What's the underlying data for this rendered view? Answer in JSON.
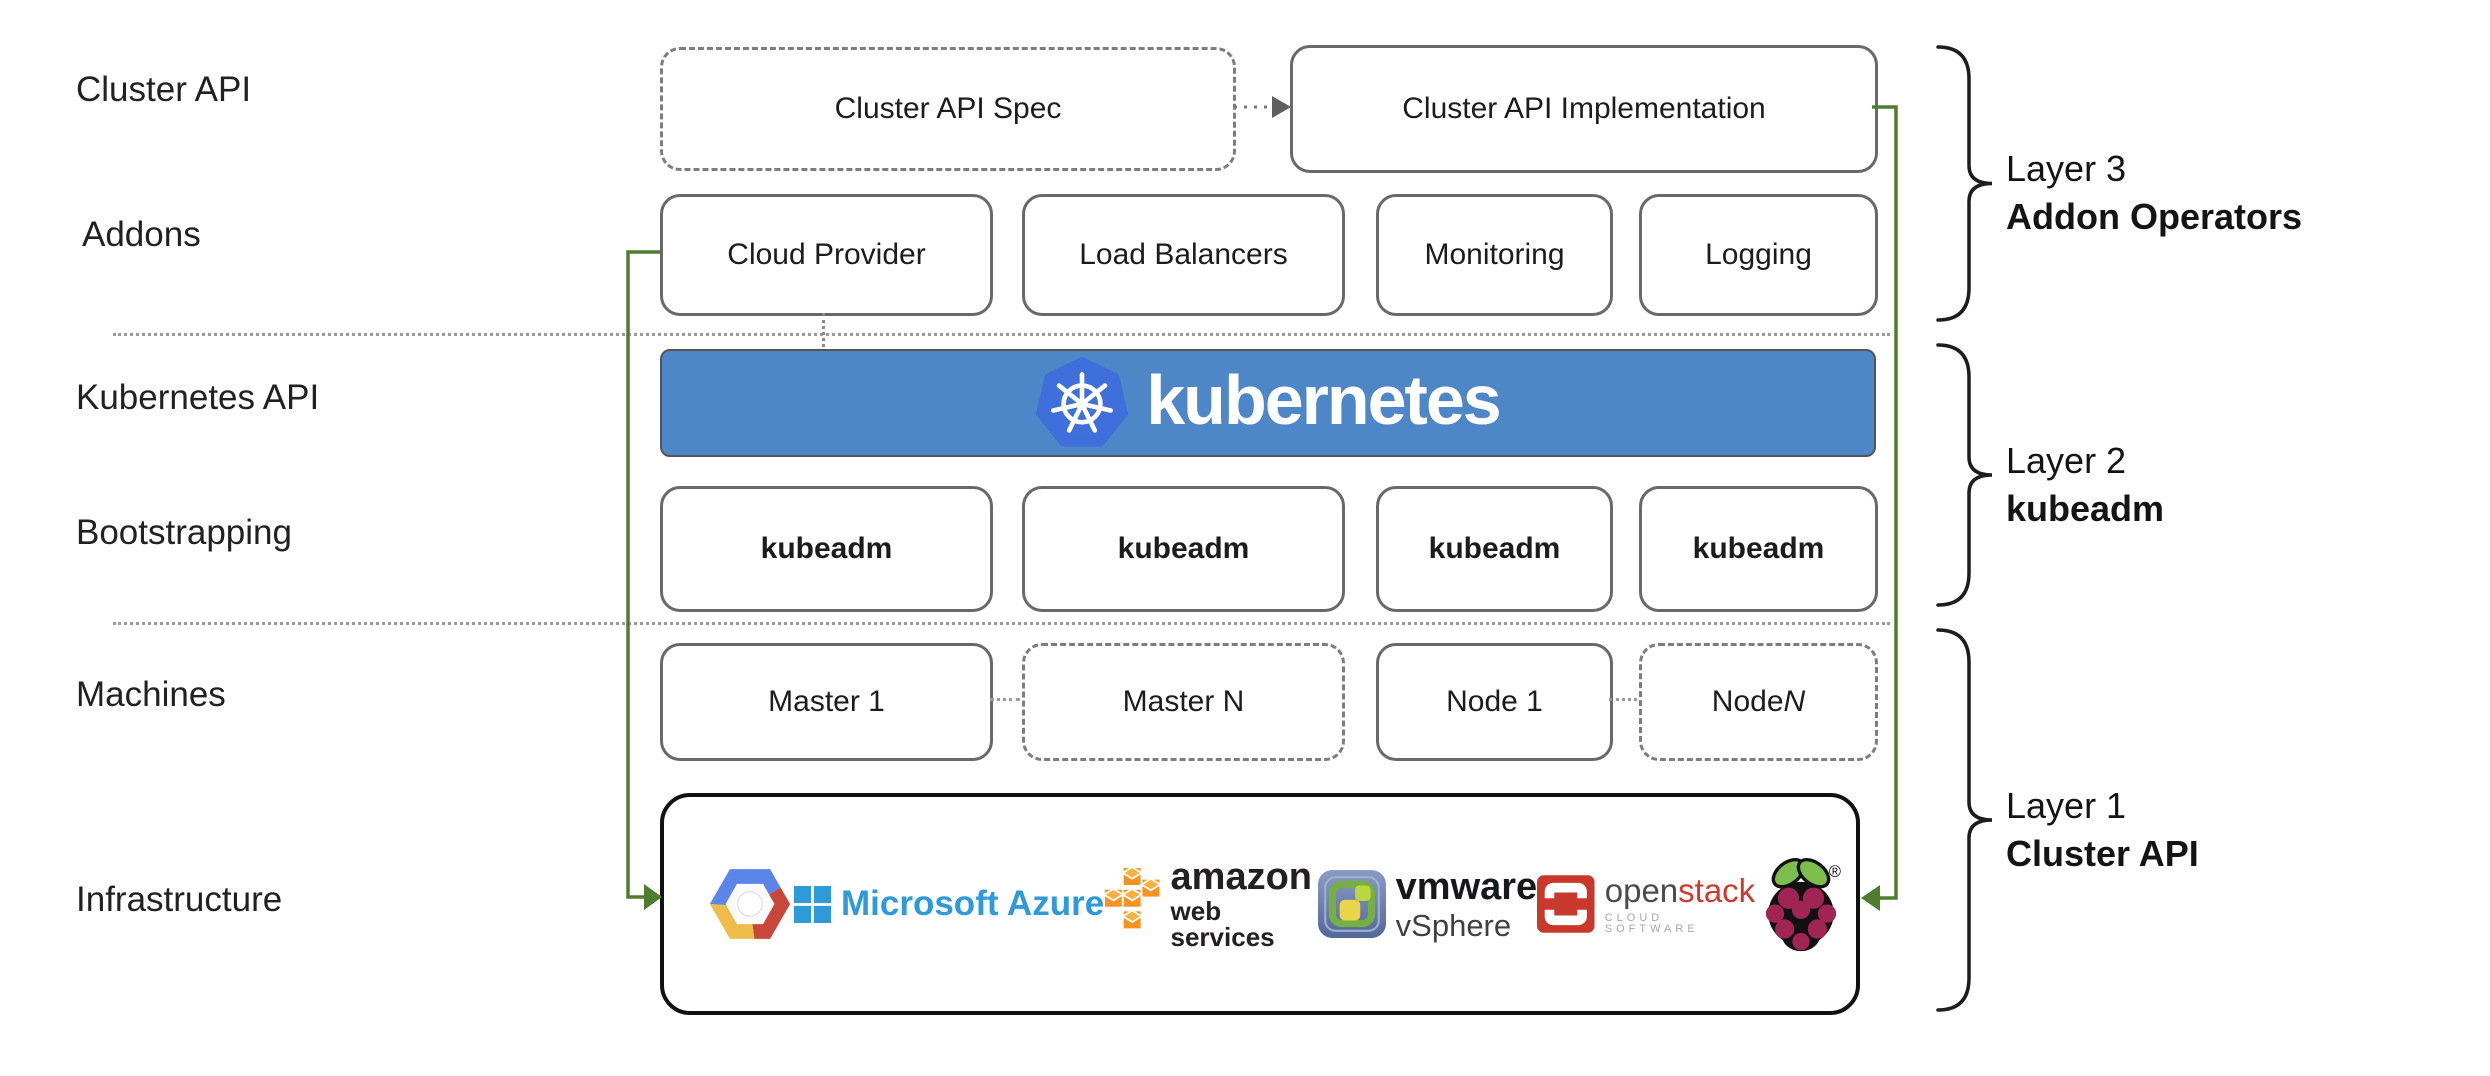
{
  "left_labels": [
    {
      "label": "Cluster API"
    },
    {
      "label": "Addons"
    },
    {
      "label": "Kubernetes API"
    },
    {
      "label": "Bootstrapping"
    },
    {
      "label": "Machines"
    },
    {
      "label": "Infrastructure"
    }
  ],
  "cluster_api_row": {
    "spec_label": "Cluster API Spec",
    "implementation_label": "Cluster API Implementation"
  },
  "addons_row": {
    "boxes": [
      {
        "label": "Cloud Provider"
      },
      {
        "label": "Load Balancers"
      },
      {
        "label": "Monitoring"
      },
      {
        "label": "Logging"
      }
    ]
  },
  "kubernetes_banner": {
    "wordmark": "kubernetes"
  },
  "bootstrapping_row": {
    "boxes": [
      {
        "label": "kubeadm"
      },
      {
        "label": "kubeadm"
      },
      {
        "label": "kubeadm"
      },
      {
        "label": "kubeadm"
      }
    ]
  },
  "machines_row": {
    "boxes": [
      {
        "prefix": "Master 1",
        "suffix": ""
      },
      {
        "prefix": "Master N",
        "suffix": ""
      },
      {
        "prefix": "Node 1",
        "suffix": ""
      },
      {
        "prefix": "Node ",
        "suffix": "N"
      }
    ]
  },
  "infrastructure_row": {
    "providers": {
      "azure": {
        "label": "Microsoft Azure"
      },
      "aws": {
        "label": "amazon",
        "sublabel": "web services"
      },
      "vmware": {
        "label": "vmware",
        "sublabel": "vSphere"
      },
      "openstack": {
        "label_open": "open",
        "label_stack": "stack",
        "sublabel": "CLOUD SOFTWARE"
      },
      "raspberry": {
        "trademark": "®"
      }
    }
  },
  "layer_annotations": [
    {
      "line1": "Layer 3",
      "line2": "Addon Operators"
    },
    {
      "line1": "Layer 2",
      "line2": "kubeadm"
    },
    {
      "line1": "Layer 1",
      "line2": "Cluster API"
    }
  ],
  "colors": {
    "banner_blue": "#4d87c7",
    "k8s_logo_blue": "#3f6fdb",
    "arrow_green": "#4e7d2e",
    "gcp_blue": "#5b85e8",
    "gcp_red": "#c8473a",
    "gcp_yellow": "#eebd4a",
    "azure_blue": "#2e9ada",
    "aws_orange": "#f6921e",
    "openstack_red": "#c8392c",
    "raspberry_red": "#a02454",
    "leaf_green": "#7cbd4b"
  }
}
